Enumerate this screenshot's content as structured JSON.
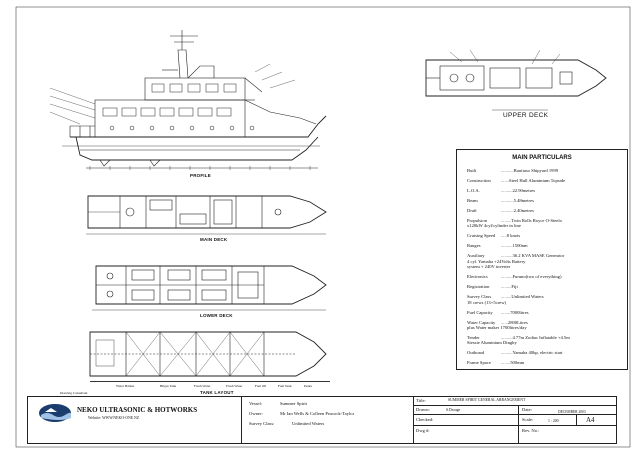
{
  "views": {
    "profile": "PROFILE",
    "main_deck": "MAIN DECK",
    "lower_deck": "LOWER DECK",
    "tank_layout": "TANK LAYOUT",
    "upper_deck": "UPPER DECK"
  },
  "particulars": {
    "title": "MAIN PARTICULARS",
    "rows": [
      {
        "k": "Built",
        "v": "...........Bonitaso Shipyard 1999"
      },
      {
        "k": "Construction",
        "v": ".......Steel Hull Aluminium Topside"
      },
      {
        "k": "L.O.A.",
        "v": "..........22.90metres"
      },
      {
        "k": "Beam",
        "v": "...........5.48metres"
      },
      {
        "k": "Draft",
        "v": "...........2.40metres"
      },
      {
        "k": "Propulsion",
        "v": ".........Twin Rolls Royce O-Steelo\nx120kW 4cyl/cylinder in line"
      },
      {
        "k": "Cruising Speed",
        "v": ".....8 knots"
      },
      {
        "k": "Ranges",
        "v": "..........1500nm"
      },
      {
        "k": "Auxiliary",
        "v": "..........36.2 KVA MASE Generator\n4 cyl. Yamaha +24Volts Battery\nsystem + 240V inverter"
      },
      {
        "k": "Electronics",
        "v": "..........Furuno(two of everything)"
      },
      {
        "k": "Registration",
        "v": ".........Fiji"
      },
      {
        "k": "Survey Class",
        "v": ".........Unlimited Waters\n18 crews (13+5crew)"
      },
      {
        "k": "Fuel Capacity",
        "v": "........7000litres"
      },
      {
        "k": "Water Capacity",
        "v": "......2800Litres\nplus Water maker 1700litres/day"
      },
      {
        "k": "Tender",
        "v": "..........4.77m Zodiac Inflatable +4.5m\nStessie Aluminium Dinghy"
      },
      {
        "k": "Outboard",
        "v": "..........Yamaha 40hp, electric start"
      },
      {
        "k": "Frame Space",
        "v": "........500mm"
      }
    ]
  },
  "tank_layout": {
    "cells": [
      "Water Ballast",
      "Bilges Tank",
      "Fresh Water",
      "Fresh Water",
      "Fuel Oil",
      "Fuel Tank",
      "Peaks"
    ],
    "consultant": "Drawing Consultant"
  },
  "title_block": {
    "company": "NEKO ULTRASONIC & HOTWORKS",
    "website": "Website: WWW.NEKO-ONE.NZ",
    "vessel_label": "Vessel:",
    "vessel": "Summer Spirit",
    "owner_label": "Owner:",
    "owner": "Mr Ian Wells & Colleen Peacock-Taylor",
    "survey_label": "Survey Class:",
    "survey": "Unlimited Waters",
    "title_label": "Title:",
    "title": "SUMMER SPIRIT GENERAL ARRANGEMENT",
    "drawn_label": "Drawn:",
    "drawn": "S.Droage",
    "date_label": "Date:",
    "date": "DECEMBER 2003",
    "checked_label": "Checked:",
    "scale_label": "Scale:",
    "scale": "1 : 200",
    "size": "A4",
    "dwg_label": "Dwg #:",
    "rev_label": "Rev. No.:"
  }
}
